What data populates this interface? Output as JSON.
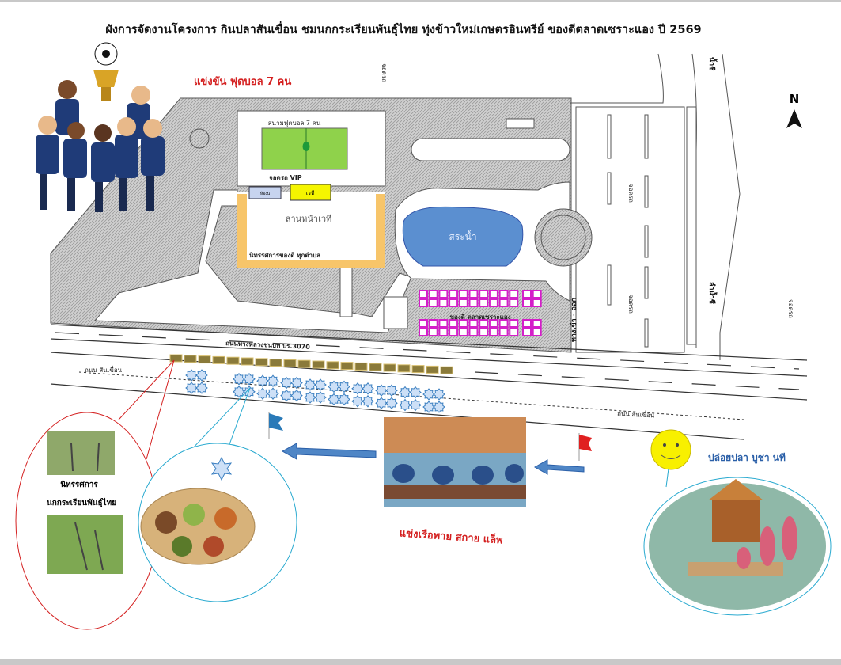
{
  "title": "ผังการจัดงานโครงการ กินปลาสันเขื่อน ชมนกกระเรียนพันธุ์ไทย ทุ่งข้าวใหม่เกษตรอินทรีย์ ของดีตลาดเซราะแอง ปี 2569",
  "north_label": "N",
  "activities": {
    "football": "แข่งขัน ฟุตบอล 7 คน",
    "boat_race": "แข่งเรือพาย สกาย แล็พ",
    "fish_release": "ปล่อยปลา บูชา นที",
    "crane_exhibit_line1": "นิทรรศการ",
    "crane_exhibit_line2": "นกกระเรียนพันธุ์ไทย"
  },
  "map_labels": {
    "football_field": "สนามฟุตบอล 7 คน",
    "vip_parking": "จอดรถ  VIP",
    "booth_small": "ห้องน",
    "stage": "เวที",
    "stage_plaza": "ลานหน้าเวที",
    "exhibition": "นิทรรศการของดี ทุกตำบล",
    "pond": "สระน้ำ",
    "market": "ของดี ตลาดเซราะแอง",
    "highway": "ถนนทางหลวงชนบท บร.3070",
    "dam_road_left": "ถนน สันเขื่อน",
    "dam_road_right": "ถนน สันเขื่อน",
    "entrance": "ทางเข้า - ออก",
    "parking_top": "จอดรถ",
    "parking_1": "จอดรถ",
    "parking_2": "จอดรถ",
    "parking_3": "จอดรถ",
    "river_top": "น้ำชี",
    "river_mid": "ลำน้ำชี"
  },
  "colors": {
    "field": "#8fd24b",
    "pond": "#5b8fd0",
    "stage": "#f5f500",
    "plaza_border": "#f7c56a",
    "market": "#d41fc9",
    "tent": "#3b7fc0",
    "booth": "#8a7a3a"
  }
}
